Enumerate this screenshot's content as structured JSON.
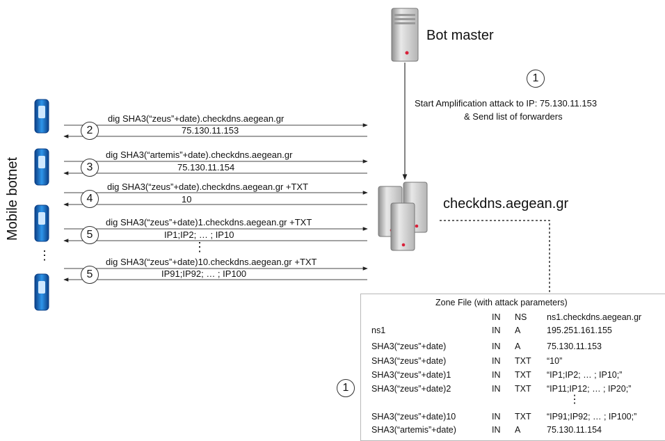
{
  "side_label": "Mobile botnet",
  "side_dots": "⋮",
  "bot_master": "Bot master",
  "server": "checkdns.aegean.gr",
  "step1": {
    "num": "1",
    "line1": "Start Amplification attack to IP: 75.130.11.153",
    "line2": "& Send list of forwarders"
  },
  "queries": [
    {
      "num": "2",
      "q": "dig SHA3(“zeus”+date).checkdns.aegean.gr",
      "a": "75.130.11.153"
    },
    {
      "num": "3",
      "q": "dig SHA3(“artemis”+date).checkdns.aegean.gr",
      "a": "75.130.11.154"
    },
    {
      "num": "4",
      "q": "dig SHA3(“zeus”+date).checkdns.aegean.gr +TXT",
      "a": "10"
    },
    {
      "num": "5",
      "q": "dig SHA3(“zeus”+date)1.checkdns.aegean.gr +TXT",
      "a": "IP1;IP2; … ; IP10"
    },
    {
      "num": "5",
      "q": "dig SHA3(“zeus”+date)10.checkdns.aegean.gr +TXT",
      "a": "IP91;IP92; … ; IP100"
    }
  ],
  "mid_dots": "⋮",
  "zone": {
    "title": "Zone File (with attack parameters)",
    "marker": "1",
    "dots": "⋮",
    "header": [
      "",
      "IN",
      "NS",
      "ns1.checkdns.aegean.gr"
    ],
    "rows": [
      [
        "ns1",
        "IN",
        "A",
        "195.251.161.155"
      ],
      [
        "SHA3(“zeus”+date)",
        "IN",
        "A",
        "75.130.11.153"
      ],
      [
        "SHA3(“zeus”+date)",
        "IN",
        "TXT",
        "“10”"
      ],
      [
        "SHA3(“zeus”+date)1",
        "IN",
        "TXT",
        "“IP1;IP2; … ; IP10;”"
      ],
      [
        "SHA3(“zeus”+date)2",
        "IN",
        "TXT",
        "“IP11;IP12; … ; IP20;”"
      ],
      [
        "SHA3(“zeus”+date)10",
        "IN",
        "TXT",
        "“IP91;IP92; … ; IP100;”"
      ],
      [
        "SHA3(“artemis”+date)",
        "IN",
        "A",
        "75.130.11.154"
      ]
    ]
  },
  "colors": {
    "phone_blue": "#1f7fd6",
    "phone_dark": "#0b3f86",
    "server_gray": "#c9c9c9",
    "led_red": "#d9213a"
  }
}
